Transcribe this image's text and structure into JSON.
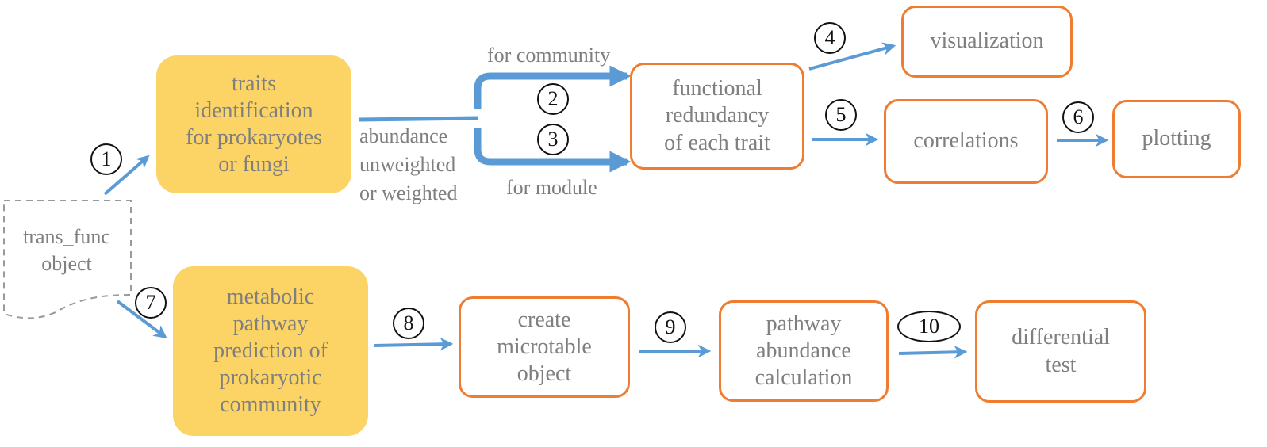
{
  "source_object": {
    "label": "trans_func\nobject"
  },
  "nodes": {
    "traits": "traits\nidentification\nfor prokaryotes\nor fungi",
    "metabolic": "metabolic\npathway\nprediction of\nprokaryotic\ncommunity",
    "functional_redundancy": "functional\nredundancy\nof each trait",
    "visualization": "visualization",
    "correlations": "correlations",
    "plotting": "plotting",
    "create_microtable": "create\nmicrotable\nobject",
    "pathway_abundance": "pathway\nabundance\ncalculation",
    "differential_test": "differential\ntest"
  },
  "edge_labels": {
    "abundance": "abundance\nunweighted\nor weighted",
    "for_community": "for community",
    "for_module": "for module"
  },
  "steps": [
    "1",
    "2",
    "3",
    "4",
    "5",
    "6",
    "7",
    "8",
    "9",
    "10"
  ],
  "colors": {
    "process_fill": "#fcd465",
    "output_border": "#ee7d31",
    "arrow": "#5b9bd5",
    "text": "#7f7f7f",
    "object_border": "#9a9a9a"
  }
}
